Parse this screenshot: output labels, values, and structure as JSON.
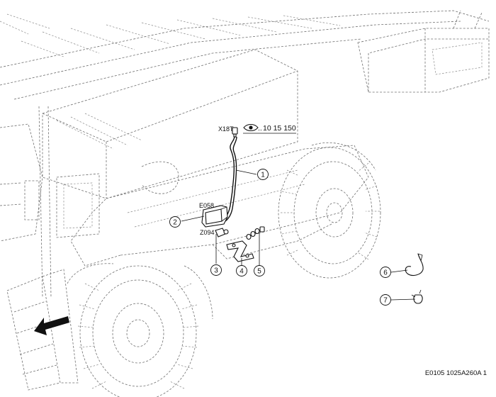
{
  "labels": {
    "connector": "X18T",
    "lamp": "E058",
    "bulb": "Z094",
    "reference": "10 15 150",
    "reference_dots": "..",
    "document_id": "E0105 1025A260A 1"
  },
  "callouts": [
    "1",
    "2",
    "3",
    "4",
    "5",
    "6",
    "7"
  ],
  "icons": {
    "reference": "eye-icon",
    "direction": "direction-arrow-icon"
  }
}
